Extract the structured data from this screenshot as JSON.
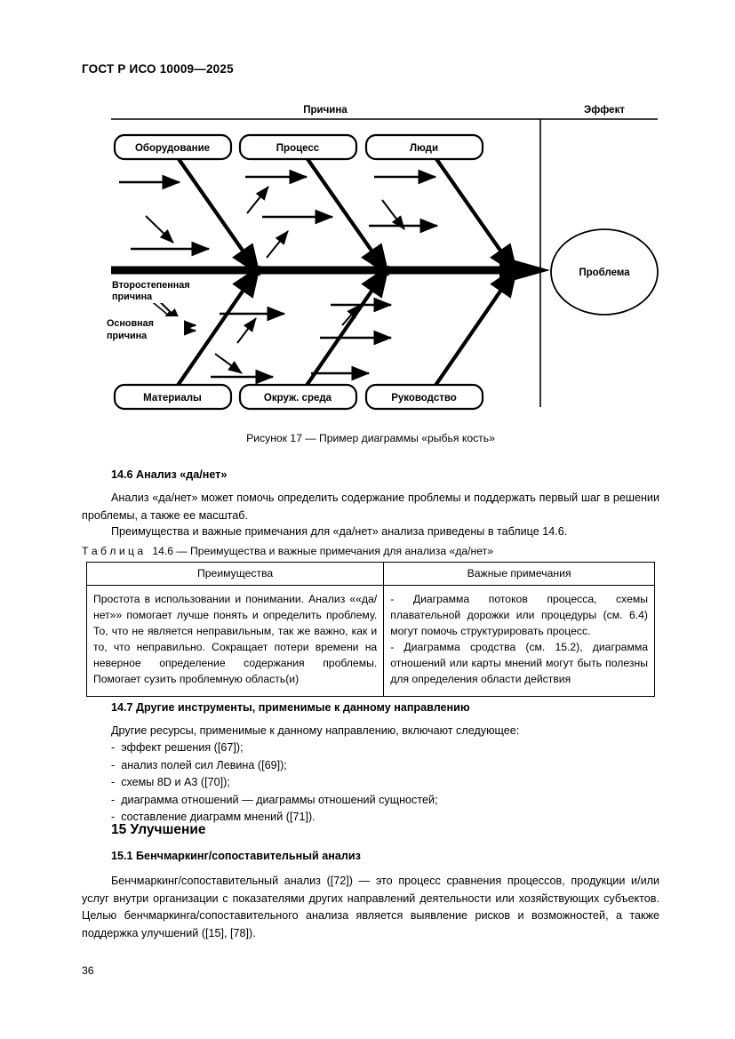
{
  "header": {
    "standard_id": "ГОСТ Р ИСО 10009—2025"
  },
  "figure": {
    "label_cause": "Причина",
    "label_effect": "Эффект",
    "top_boxes": [
      "Оборудование",
      "Процесс",
      "Люди"
    ],
    "bottom_boxes": [
      "Материалы",
      "Окруж. среда",
      "Руководство"
    ],
    "effect_node": "Проблема",
    "annotation_secondary": [
      "Второстепенная",
      "причина"
    ],
    "annotation_primary": [
      "Основная",
      "причина"
    ],
    "caption": "Рисунок 17 — Пример диаграммы «рыбья кость»"
  },
  "section_14_6": {
    "heading": "14.6 Анализ «да/нет»",
    "para1": "Анализ «да/нет» может помочь определить содержание проблемы и поддержать первый шаг в решении проблемы, а также ее масштаб.",
    "para2": "Преимущества и важные примечания для «да/нет» анализа приведены в таблице 14.6."
  },
  "table_14_6": {
    "title": "Т а б л и ц а   14.6 — Преимущества и важные примечания для анализа «да/нет»",
    "headers": [
      "Преимущества",
      "Важные примечания"
    ],
    "row": {
      "advantages": "Простота в использовании и понимании. Анализ ««да/нет»» помогает лучше понять и определить проблему. То, что не является неправильным, так же важно, как и то, что неправильно. Сокращает потери времени на неверное определение содержания проблемы. Помогает сузить проблемную область(и)",
      "notes": "- Диаграмма потоков процесса, схемы плавательной дорожки или процедуры (см. 6.4) могут помочь структурировать процесс.\n- Диаграмма сродства (см. 15.2), диаграмма отношений или карты мнений могут быть полезны для определения области действия"
    }
  },
  "section_14_7": {
    "heading": "14.7 Другие инструменты, применимые к данному направлению",
    "intro": "Другие ресурсы, применимые к данному направлению, включают следующее:",
    "items": [
      "-  эффект решения ([67]);",
      "-  анализ полей сил Левина ([69]);",
      "-  схемы 8D и A3 ([70]);",
      "-  диаграмма отношений — диаграммы отношений сущностей;",
      "-  составление диаграмм мнений ([71])."
    ]
  },
  "section_15": {
    "heading": "15 Улучшение",
    "sub_heading": "15.1 Бенчмаркинг/сопоставительный анализ",
    "para1": "Бенчмаркинг/сопоставительный анализ ([72]) — это процесс сравнения процессов, продукции и/или услуг внутри организации с показателями других направлений деятельности или хозяйствующих субъектов. Целью бенчмаркинга/сопоставительного анализа является выявление рисков и возможностей, а также поддержка улучшений ([15], [78])."
  },
  "footer": {
    "page_number": "36"
  },
  "colors": {
    "ink": "#000000",
    "paper": "#ffffff"
  }
}
